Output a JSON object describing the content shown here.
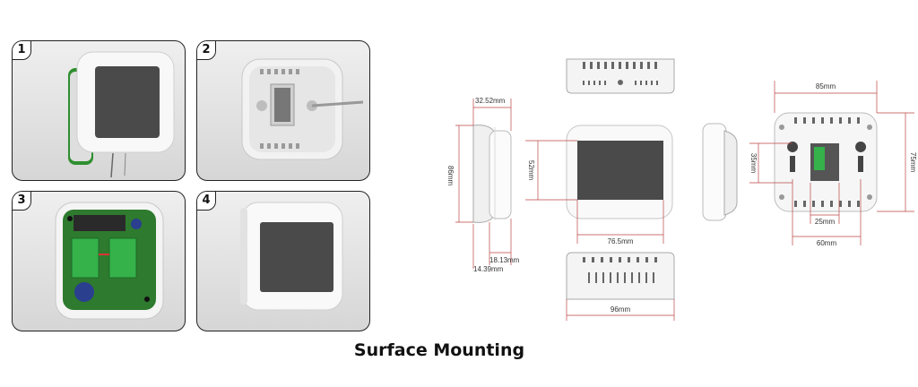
{
  "steps": [
    {
      "number": "1"
    },
    {
      "number": "2"
    },
    {
      "number": "3"
    },
    {
      "number": "4"
    }
  ],
  "dimensions": {
    "depth": "32.52mm",
    "height_side": "86mm",
    "base_depth": "18.13mm",
    "front_depth": "14.39mm",
    "screen_height": "52mm",
    "screen_width": "76.5mm",
    "overall_width": "96mm",
    "back_width": "85mm",
    "back_height": "75mm",
    "hole_vertical": "35mm",
    "hole_spacing": "25mm",
    "hole_width": "60mm"
  },
  "caption": "Surface Mounting",
  "colors": {
    "screen": "#4a4a4a",
    "terminal": "#35b24a",
    "pcb": "#2e7a2e",
    "body": "#f7f7f7",
    "dimline": "#b44"
  }
}
